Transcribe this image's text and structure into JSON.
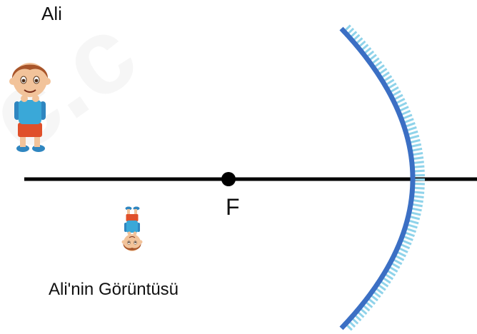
{
  "labels": {
    "object": "Ali",
    "focal_point": "F",
    "image": "Ali'nin Görüntüsü"
  },
  "colors": {
    "axis": "#000000",
    "mirror_main": "#3b6fc4",
    "mirror_back": "#8fd3ea",
    "watermark": "#e8e8e8",
    "hair": "#a8552a",
    "skin": "#f2c39a",
    "shirt": "#3aa8d8",
    "shorts": "#e0502a",
    "shoes": "#2f86c0"
  },
  "icons": {
    "object_figure": "boy-figure-icon",
    "image_figure": "inverted-boy-figure-icon",
    "mirror": "concave-mirror-icon"
  }
}
